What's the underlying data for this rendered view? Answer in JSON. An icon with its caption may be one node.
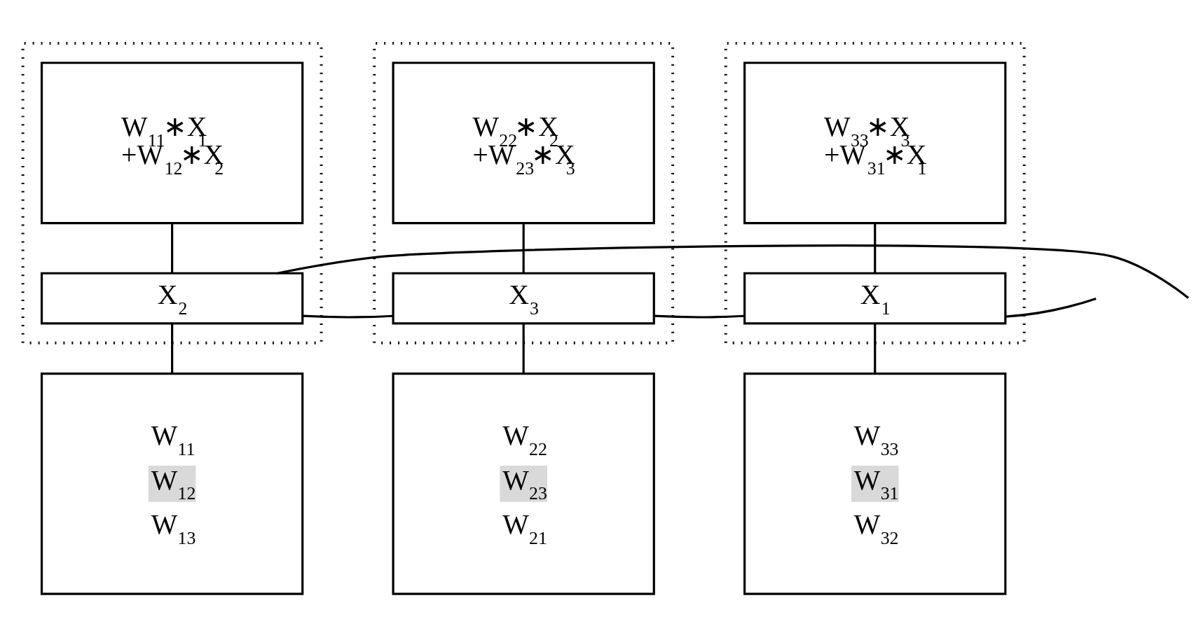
{
  "diagram": {
    "nodes": [
      {
        "text": [],
        "shape": "box"
      },
      {
        "text": [
          "W$_{11}$∗X$_{1}$",
          "+W$_{12}$∗X$_{2}$"
        ],
        "in": 0
      },
      {
        "text": [
          "X$_{2}$"
        ],
        "in": 0
      },
      {
        "text": [],
        "shape": "box"
      },
      {
        "text": [
          "W$_{22}$∗X$_{2}$",
          "+W$_{23}$∗X$_{3}$"
        ],
        "in": 3
      },
      {
        "text": [
          "X$_{3}$"
        ],
        "in": 3
      },
      {
        "text": [],
        "shape": "box"
      },
      {
        "text": [
          "W$_{33}$∗X$_{3}$",
          "+W$_{31}$∗X$_{1}$"
        ],
        "in": 6
      },
      {
        "text": [
          "X$_{1}$"
        ],
        "in": 6
      },
      {
        "text": [
          "W$_{11}$",
          "W$_{12}$",
          "W$_{13}$"
        ]
      },
      {
        "text": [
          "W$_{22}$",
          "W$_{23}$",
          "W$_{21}$"
        ]
      },
      {
        "text": [
          "W$_{33}$",
          "W$_{31}$",
          "W$_{32}$"
        ]
      }
    ],
    "edges": [
      {
        "from": 1,
        "to": 2,
        "arrow": "none"
      },
      {
        "from": 2,
        "to": 9,
        "arrow": "none"
      },
      {
        "from": 4,
        "to": 5,
        "arrow": "none"
      },
      {
        "from": 5,
        "to": 10,
        "arrow": "none"
      },
      {
        "from": 7,
        "to": 8,
        "arrow": "none"
      },
      {
        "from": 8,
        "to": 11,
        "arrow": "none"
      },
      {
        "from": 2,
        "to": 5,
        "arrow": "none"
      },
      {
        "from": 5,
        "to": 8,
        "arrow": "none"
      },
      {
        "from": 8,
        "to": null,
        "arrow": "none"
      },
      {
        "from": null,
        "to": 2,
        "arrow": "none"
      }
    ]
  }
}
